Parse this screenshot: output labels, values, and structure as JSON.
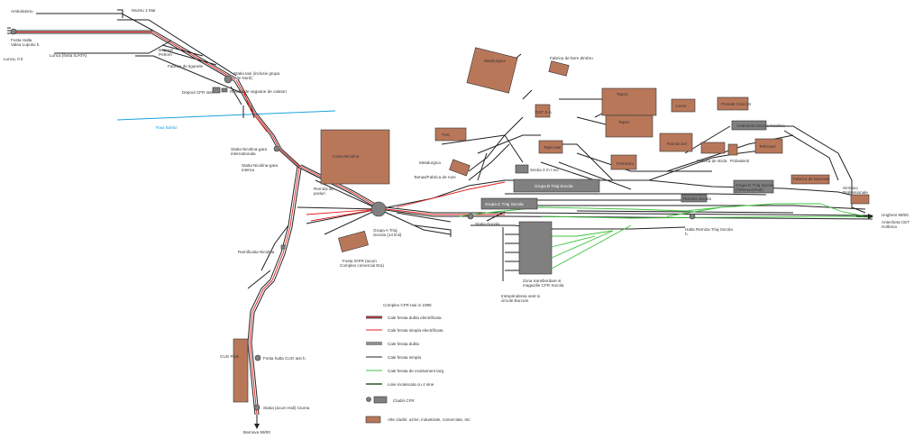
{
  "labels": {
    "ambulatoriu": "Ambulatoriu",
    "muzeu": "Muzeu 1 Mai",
    "halta_valea": "Fosta Halta\nValea Lupului h.",
    "lunca": "Lunca (fosta ILIATA)",
    "lunca_ov": "Lunca, 0.0",
    "depouri_petrom": "Depouri\nPetrom",
    "fabrica_tiganele": "Fabrica de tiganele",
    "statia_iasi": "Statia Iasi (inclusiv grupa\nde Nord)",
    "depou_cfr": "Depoul CFR Iasi",
    "revizie": "Revizia de vagoane de calatori",
    "raul_bahlui": "Raul Bahlui",
    "statia_nicolina_gara": "Statia Nicolina-gara\ninternationala",
    "statia_nicolina_interna": "Statia Nicolina-gara\ninterna",
    "uzina_nicolina": "Uzina Nicolina",
    "remiza": "Remiza de\npoduri",
    "grupa_a": "Grupa A Triaj\nSocola (14 linii)",
    "fosta_cfr": "Fosta IOFR (acum\nComplex comercial Era)",
    "ramificatia": "Ramificatia Nicolina",
    "metalurgica": "Metalurgica",
    "fabrica_zimbru": "Fabrica de bere Zimbru",
    "tapon": "Tapon",
    "tapon2": "Tapon",
    "dst": "DST S.A.",
    "lemn": "Lemn",
    "presset": "Presset Concret",
    "antecheta_nicolina": "Antecheta Socola Nicolina",
    "tuc": "TUC",
    "matbotolie": "Matbotolie",
    "tapis_iasi": "Tapis Iasi",
    "tamas": "Tamas/Fabrica de ruze",
    "sectia": "Sectia 3 m I ect",
    "petrorom": "Petrorom",
    "ramnicool": "Ramnicool",
    "fabrica_sticla": "Fabrica de sticla",
    "polivalenti": "Polivalenti",
    "tehnoact": "Tehnoact",
    "grupa_b": "Grupa B Triaj Socola",
    "grupa_c": "Grupa C Triaj Socola",
    "remiza_socola": "Remiza Socola",
    "grupa_d": "Grupa D Triaj Socola\n(Tehnoact/Fab)",
    "fabrica_laminate": "Fabrica de laminate",
    "sirmaco": "Sirmaco\nProfessionale",
    "statia_socola": "Statia Socola",
    "halta_remiza": "Halta Remiza Triaj Socola\nh.",
    "ungheni": "Ungheni 99/00",
    "antecheta_cet": "Antecheta CET\nHolboca",
    "zona": "Zona transbordare si\nmagazilie CFR Socola",
    "intreprinderea": "Intreprinderea vest si\ncircule Burcum",
    "cug": "CUG Park",
    "fosta_halta_cug": "Fosta halta CUG Iasi h.",
    "statia_mosti": "Statia (acum Hali) Ciurea",
    "barnova": "Barnova 99/00"
  },
  "legend": {
    "title": "Complex CFR Iasi in 1990",
    "items": [
      {
        "text": "Cale ferata dubla electrificata"
      },
      {
        "text": "Cale ferata simpla electrificata"
      },
      {
        "text": "Cale ferata dubla"
      },
      {
        "text": "Cale ferata simpla"
      },
      {
        "text": "Cale ferata de ecartament larg"
      },
      {
        "text": "Linie incalecata cu 4 sine"
      },
      {
        "text": "Cladiri CFR"
      },
      {
        "text": "Alte cladiri: uzine, industriale, comerciale, etc"
      }
    ]
  },
  "colors": {
    "electrified": "#e21d1d",
    "track": "#222222",
    "broad_gauge": "#3cc43c",
    "river": "#1aa3e0",
    "industrial": "#b9775a",
    "cfr_building": "#808080"
  }
}
